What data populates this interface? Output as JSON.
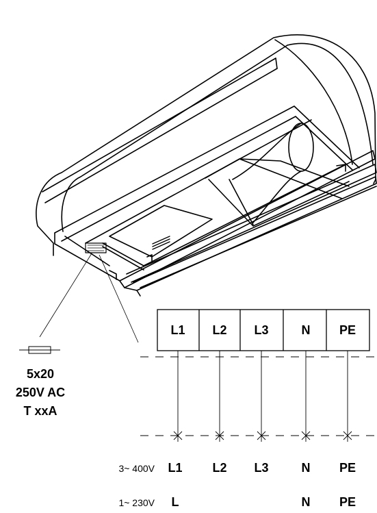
{
  "terminals": [
    {
      "label": "L1"
    },
    {
      "label": "L2"
    },
    {
      "label": "L3"
    },
    {
      "label": "N"
    },
    {
      "label": "PE"
    }
  ],
  "fuse": {
    "size": "5x20",
    "voltage": "250V AC",
    "rating": "T xxA"
  },
  "supply_rows": [
    {
      "voltage": "3~ 400V",
      "labels": [
        "L1",
        "L2",
        "L3",
        "N",
        "PE"
      ]
    },
    {
      "voltage": "1~ 230V",
      "labels": [
        "L",
        "",
        "",
        "N",
        "PE"
      ]
    }
  ]
}
